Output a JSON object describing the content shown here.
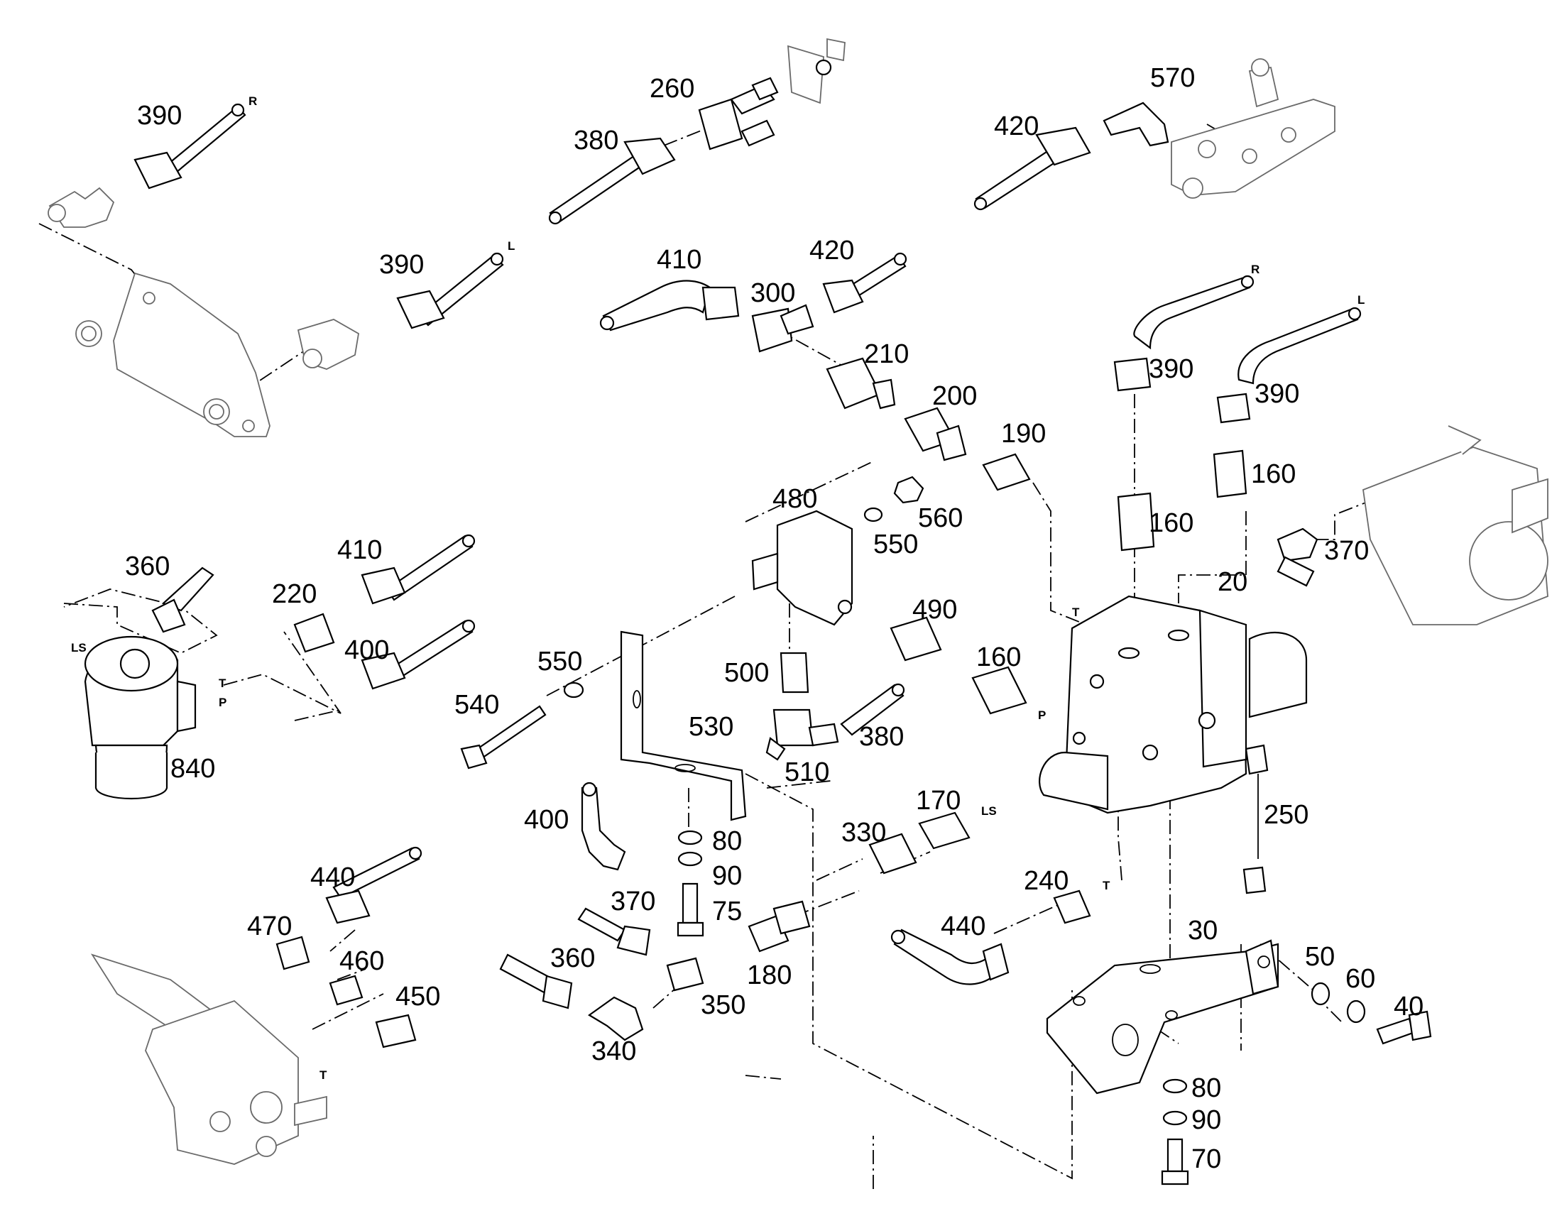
{
  "callouts": [
    {
      "id": "c390a",
      "text": "390"
    },
    {
      "id": "c260",
      "text": "260"
    },
    {
      "id": "c380a",
      "text": "380"
    },
    {
      "id": "c570",
      "text": "570"
    },
    {
      "id": "c420a",
      "text": "420"
    },
    {
      "id": "c390b",
      "text": "390"
    },
    {
      "id": "c410a",
      "text": "410"
    },
    {
      "id": "c420b",
      "text": "420"
    },
    {
      "id": "c300",
      "text": "300"
    },
    {
      "id": "c210",
      "text": "210"
    },
    {
      "id": "c200",
      "text": "200"
    },
    {
      "id": "c190",
      "text": "190"
    },
    {
      "id": "c390c",
      "text": "390"
    },
    {
      "id": "c390d",
      "text": "390"
    },
    {
      "id": "c160a",
      "text": "160"
    },
    {
      "id": "c160b",
      "text": "160"
    },
    {
      "id": "c370a",
      "text": "370"
    },
    {
      "id": "c20",
      "text": "20"
    },
    {
      "id": "c480",
      "text": "480"
    },
    {
      "id": "c560",
      "text": "560"
    },
    {
      "id": "c550a",
      "text": "550"
    },
    {
      "id": "c360a",
      "text": "360"
    },
    {
      "id": "c410b",
      "text": "410"
    },
    {
      "id": "c220",
      "text": "220"
    },
    {
      "id": "c400a",
      "text": "400"
    },
    {
      "id": "c840",
      "text": "840"
    },
    {
      "id": "c550b",
      "text": "550"
    },
    {
      "id": "c540",
      "text": "540"
    },
    {
      "id": "c490",
      "text": "490"
    },
    {
      "id": "c500",
      "text": "500"
    },
    {
      "id": "c160c",
      "text": "160"
    },
    {
      "id": "c530",
      "text": "530"
    },
    {
      "id": "c380b",
      "text": "380"
    },
    {
      "id": "c510",
      "text": "510"
    },
    {
      "id": "c400b",
      "text": "400"
    },
    {
      "id": "c80a",
      "text": "80"
    },
    {
      "id": "c90a",
      "text": "90"
    },
    {
      "id": "c75",
      "text": "75"
    },
    {
      "id": "c170",
      "text": "170"
    },
    {
      "id": "c330",
      "text": "330"
    },
    {
      "id": "c250",
      "text": "250"
    },
    {
      "id": "c440a",
      "text": "440"
    },
    {
      "id": "c470",
      "text": "470"
    },
    {
      "id": "c460",
      "text": "460"
    },
    {
      "id": "c450",
      "text": "450"
    },
    {
      "id": "c370b",
      "text": "370"
    },
    {
      "id": "c360b",
      "text": "360"
    },
    {
      "id": "c340",
      "text": "340"
    },
    {
      "id": "c350",
      "text": "350"
    },
    {
      "id": "c180",
      "text": "180"
    },
    {
      "id": "c240",
      "text": "240"
    },
    {
      "id": "c440b",
      "text": "440"
    },
    {
      "id": "c30",
      "text": "30"
    },
    {
      "id": "c50",
      "text": "50"
    },
    {
      "id": "c60",
      "text": "60"
    },
    {
      "id": "c40",
      "text": "40"
    },
    {
      "id": "c80b",
      "text": "80"
    },
    {
      "id": "c90b",
      "text": "90"
    },
    {
      "id": "c70",
      "text": "70"
    }
  ],
  "ports": [
    {
      "id": "pR1",
      "text": "R"
    },
    {
      "id": "pL1",
      "text": "L"
    },
    {
      "id": "pR2",
      "text": "R"
    },
    {
      "id": "pL2",
      "text": "L"
    },
    {
      "id": "pLS1",
      "text": "LS"
    },
    {
      "id": "pT1",
      "text": "T"
    },
    {
      "id": "pP1",
      "text": "P"
    },
    {
      "id": "pT2",
      "text": "T"
    },
    {
      "id": "pP2",
      "text": "P"
    },
    {
      "id": "pLS2",
      "text": "LS"
    },
    {
      "id": "pT3",
      "text": "T"
    },
    {
      "id": "pT4",
      "text": "T"
    }
  ]
}
